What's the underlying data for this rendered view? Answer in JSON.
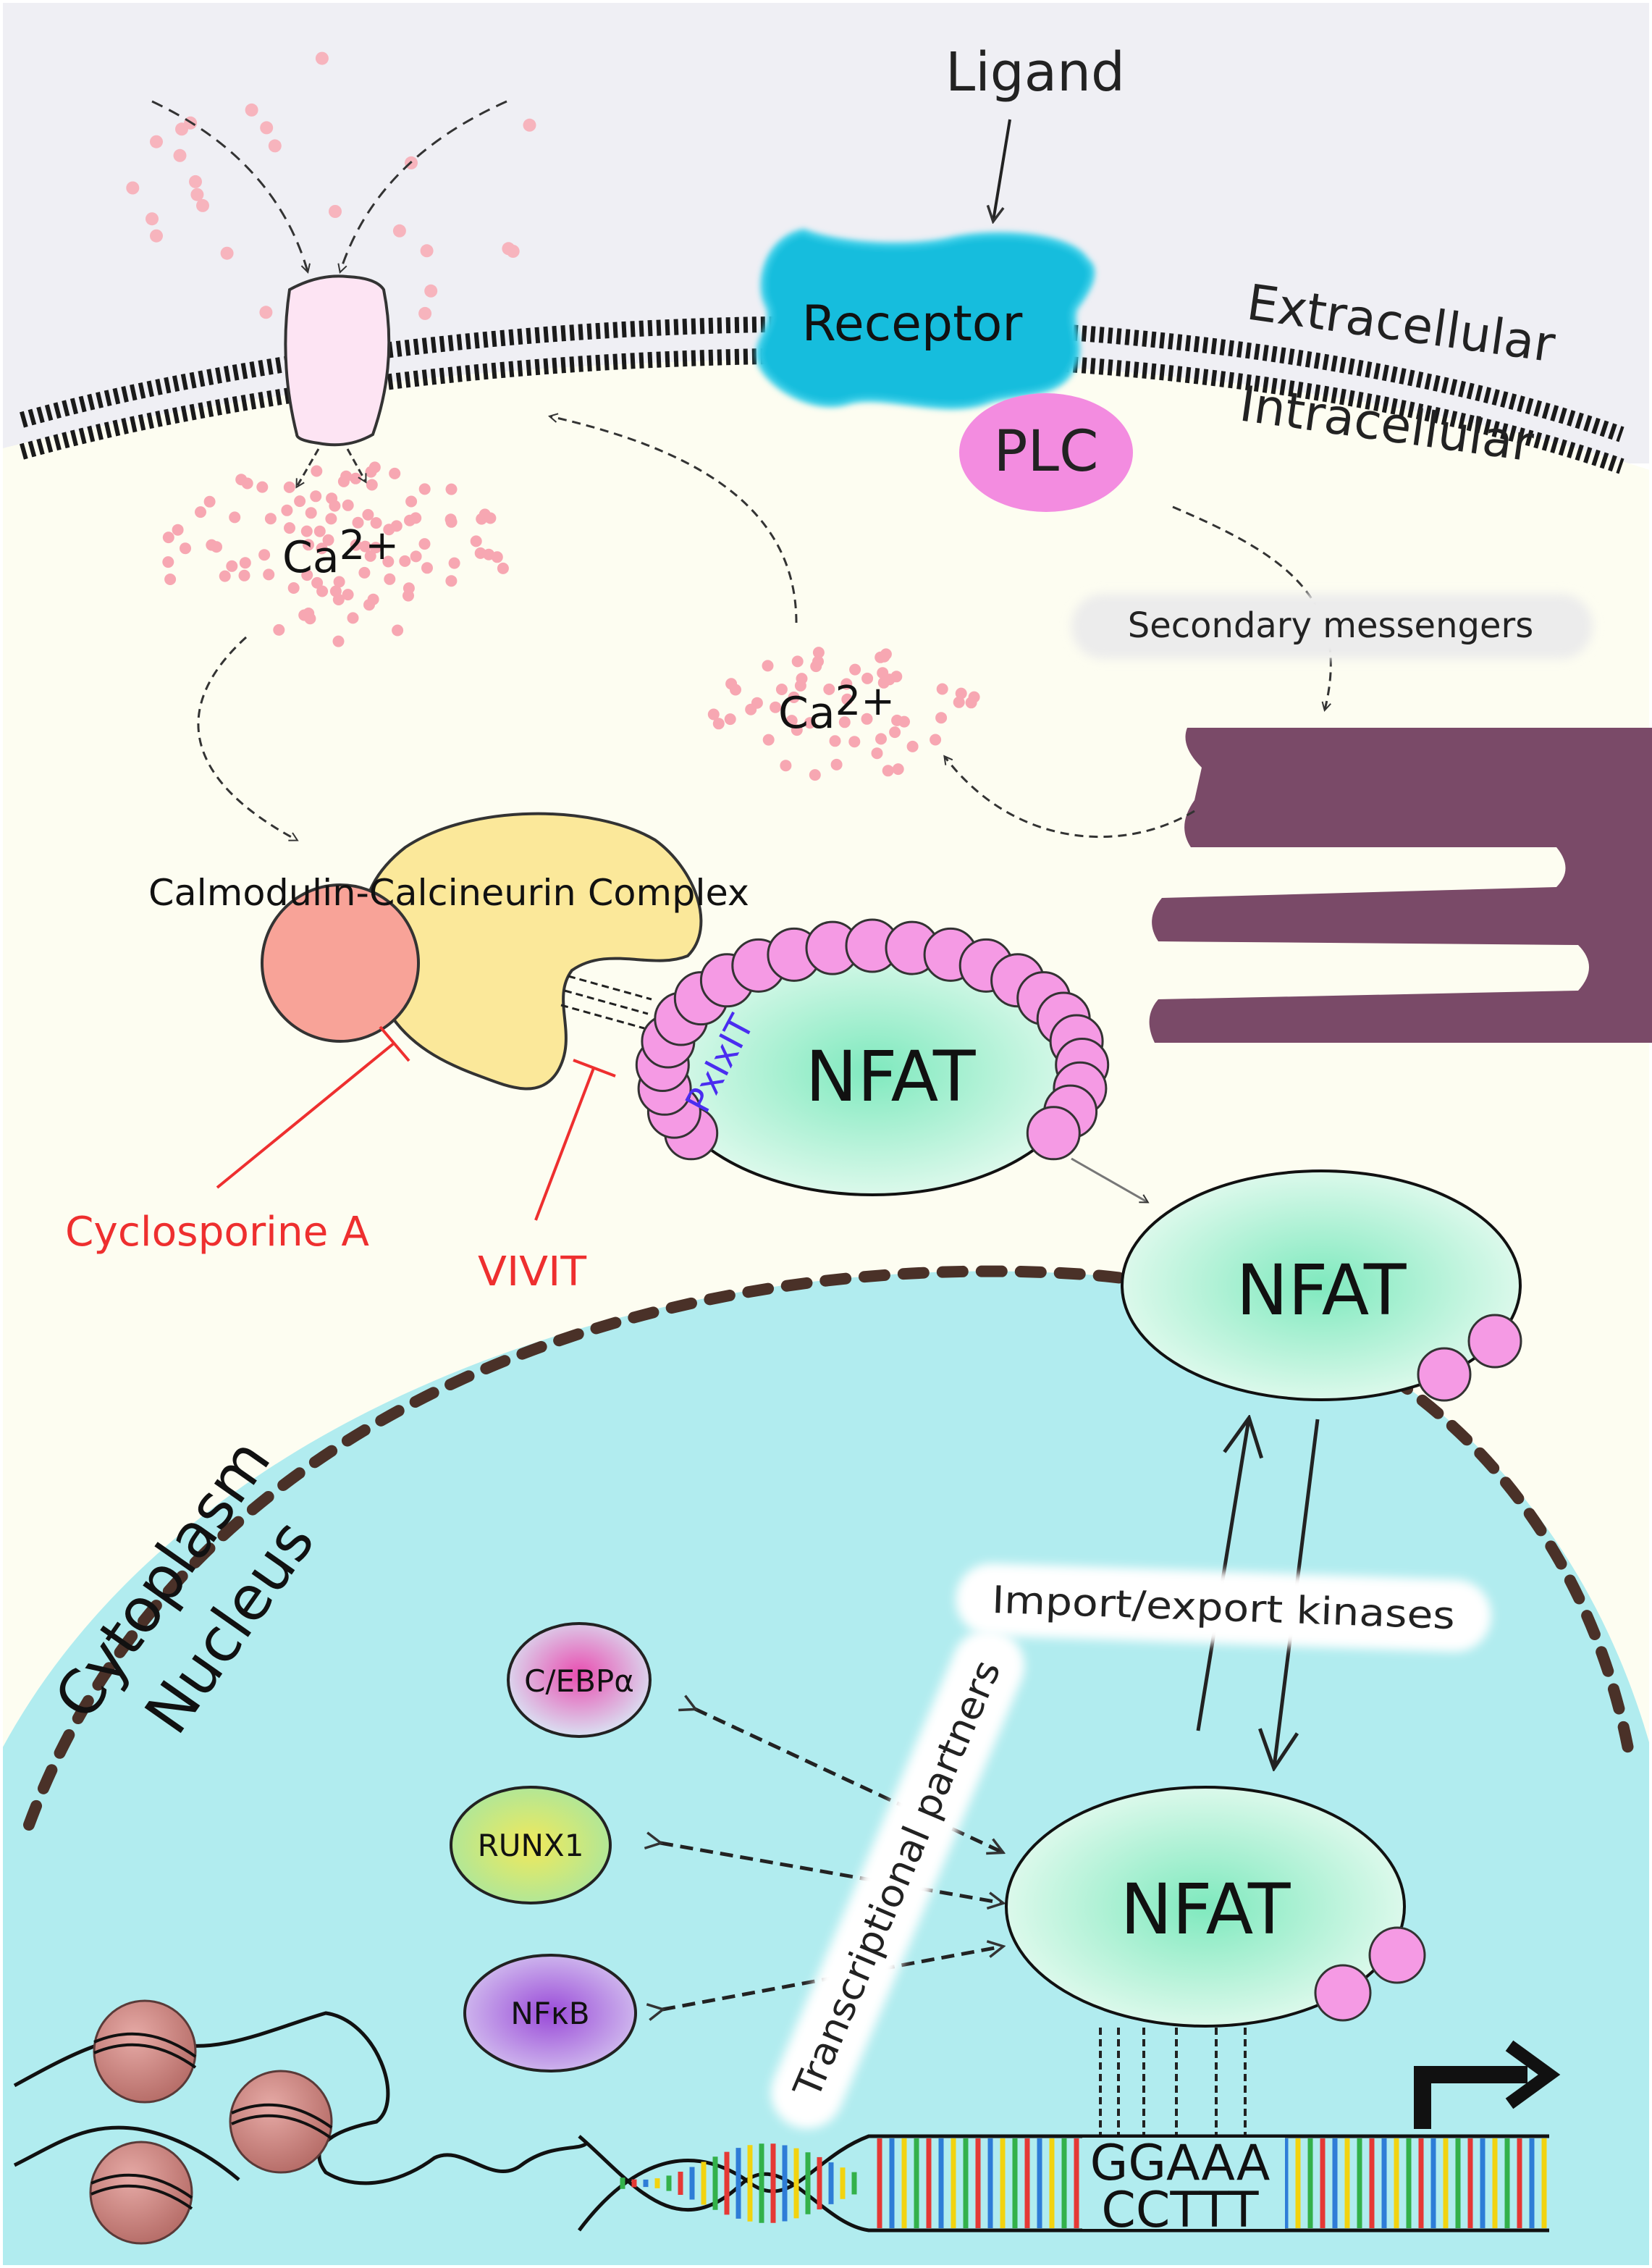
{
  "labels": {
    "ligand": "Ligand",
    "receptor": "Receptor",
    "plc": "PLC",
    "extracellular": "Extracellular",
    "intracellular": "Intracellular",
    "ca_base": "Ca",
    "ca_sup": "2+",
    "secondary_messengers": "Secondary messengers",
    "calmodulin_complex": "Calmodulin-Calcineurin Complex",
    "pxixit": "PxIxIT",
    "nfat": "NFAT",
    "cyclosporine": "Cyclosporine A",
    "vivit": "VIVIT",
    "cytoplasm": "Cytoplasm",
    "nucleus": "Nucleus",
    "import_export": "Import/export kinases",
    "transcriptional_partners": "Transcriptional partners",
    "cebpa": "C/EBPα",
    "runx1": "RUNX1",
    "nfkb": "NFκB",
    "dna_top": "GGAAA",
    "dna_bottom": "CCTTT"
  },
  "colors": {
    "extracellular_bg": "#efeff4",
    "cytoplasm_bg": "#fdfdf1",
    "nucleus_bg": "#b1ecef",
    "membrane": "#1a1a1a",
    "receptor": "#15bddd",
    "plc": "#f38ce0",
    "phosphate": "#f59ae4",
    "nfat_fill": "#7fe9be",
    "er": "#7a4a68",
    "calcineurin": "#fbe89a",
    "calmodulin": "#f8a398",
    "calcium_dot": "#f79aa8",
    "inhibitor": "#ee2f2f",
    "pxixit_text": "#4a2df0",
    "nucleosome": "#c97f7a"
  }
}
